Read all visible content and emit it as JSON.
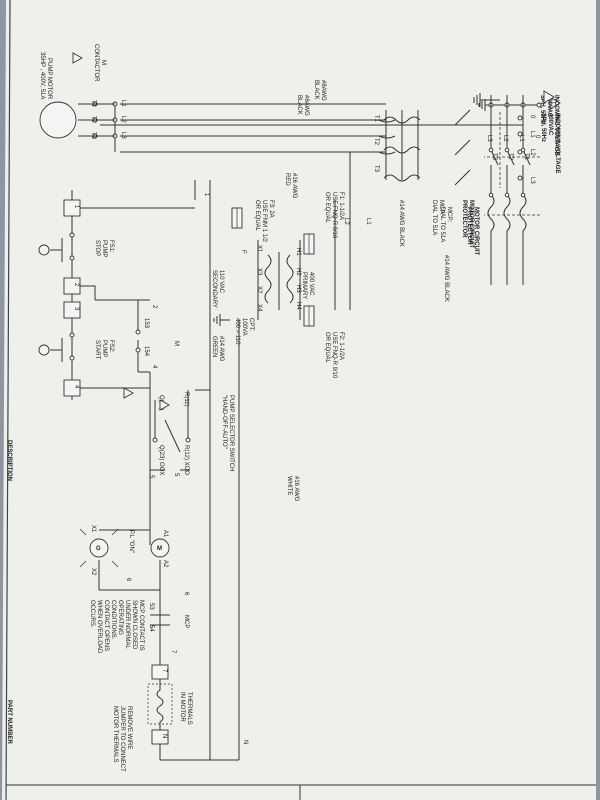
{
  "colors": {
    "paper": "#eef0ec",
    "ink": "#333333",
    "shadow": "#8d96a1",
    "fill": "#f4f5f2"
  },
  "labels": {
    "incoming_1": "INCOMING VOLTAGE",
    "incoming_2": "400VAC",
    "incoming_3": "3PH, 50Hz",
    "l1": "L1",
    "l2": "L2",
    "l3": "L3",
    "t1": "T1",
    "t2": "T2",
    "t3": "T3",
    "mcp_1": "MOTOR CIRCUIT",
    "mcp_2": "PROTECTOR",
    "mcp_dial_1": "MCP:",
    "mcp_dial_2": "DIAL TO 51A",
    "awg14": "#14 AWG BLACK",
    "awg8_1": "#8AWG",
    "awg8_2": "BLACK",
    "contactor_1": "M",
    "contactor_2": "CONTACTOR",
    "pump_motor_1": "PUMP MOTOR",
    "pump_motor_2": "35HP , 400V, 51A",
    "f1_1": "F1: 1-1/2A",
    "f1_2": "USE FNQ-R 9/10",
    "f1_3": "OR EQUAL",
    "f2_1": "F2: 1-1/2A",
    "f2_2": "USE FNQ-R 9/10",
    "f2_3": "OR EQUAL",
    "f3_1": "F3: 2A",
    "f3_2": "USE FNM 1 1/2",
    "f3_3": "OR EQUAL",
    "awg16red_1": "#16 AWG",
    "awg16red_2": "RED",
    "pri_1": "400 VAC",
    "pri_2": "PRIMARY",
    "cpt_1": "CPT:",
    "cpt_2": "100VA",
    "cpt_3": "400 > 110",
    "sec_1": "110 VAC",
    "sec_2": "SECONDARY",
    "green_1": "#14 AWG",
    "green_2": "GREEN",
    "white_1": "#16 AWG",
    "white_2": "WHITE",
    "h1": "H1",
    "h2": "H2",
    "h3": "H3",
    "h4": "H4",
    "x1": "X1",
    "x2": "X2",
    "x3": "X3",
    "x4": "X4",
    "pb_f": "F",
    "fs1_1": "FS1:",
    "fs1_2": "PUMP",
    "fs1_3": "STOP",
    "fs2_1": "FS2:",
    "fs2_2": "PUMP",
    "fs2_3": "START",
    "w1": "1",
    "w2": "2",
    "w3": "3",
    "w4": "4",
    "w5": "5",
    "w6": "6",
    "w7": "7",
    "wn": "N",
    "wm": "M",
    "n153": "153",
    "n154": "154",
    "selector_1": "PUMP SELECTOR SWITCH",
    "selector_2": "\"HAND-OFF-AUTO\"",
    "r11": "R(11)",
    "r12": "R(12) XOO",
    "q24": "Q(24)",
    "q23": "Q(23)  OOX",
    "m_coil": "M",
    "a1": "A1",
    "a2": "A2",
    "pl_on": "P.L \"ON\"",
    "g": "G",
    "mcp_label": "MCP",
    "n53": "53",
    "n54": "54",
    "note_1": "MCP CONTACT IS",
    "note_2": "SHOWN CLOSED",
    "note_3": "UNDER NORMAL",
    "note_4": "OPERATING",
    "note_5": "CONDITIONS.",
    "note_6": "CONTACT OPENS",
    "note_7": "WHEN OVERLOAD",
    "note_8": "OCCURS.",
    "thermals_1": "THERMALS",
    "thermals_2": "IN MOTOR",
    "remove_1": "REMOVE WIRE",
    "remove_2": "JUMPER TO CONNECT",
    "remove_3": "MOTOR THERMALS",
    "part_number": "PART NUMBER",
    "description": "DESCRIPTION",
    "zero": "0"
  }
}
